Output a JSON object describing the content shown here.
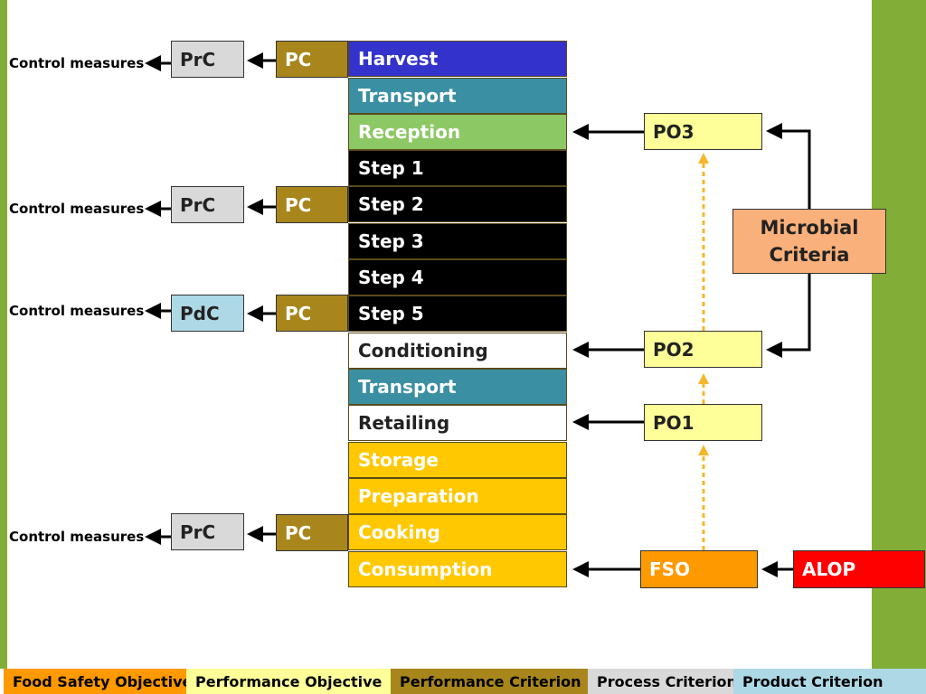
{
  "steps": [
    {
      "label": "Harvest",
      "color": "#3333cc",
      "text_color": "#ffffff"
    },
    {
      "label": "Transport",
      "color": "#3a8fa3",
      "text_color": "#ffffff"
    },
    {
      "label": "Reception",
      "color": "#8cc864",
      "text_color": "#ffffff"
    },
    {
      "label": "Step 1",
      "color": "#000000",
      "text_color": "#ffffff"
    },
    {
      "label": "Step 2",
      "color": "#000000",
      "text_color": "#ffffff"
    },
    {
      "label": "Step 3",
      "color": "#000000",
      "text_color": "#ffffff"
    },
    {
      "label": "Step 4",
      "color": "#000000",
      "text_color": "#ffffff"
    },
    {
      "label": "Step 5",
      "color": "#000000",
      "text_color": "#ffffff"
    },
    {
      "label": "Conditioning",
      "color": "#ffffff",
      "text_color": "#222222"
    },
    {
      "label": "Transport",
      "color": "#3a8fa3",
      "text_color": "#ffffff"
    },
    {
      "label": "Retailing",
      "color": "#ffffff",
      "text_color": "#222222"
    },
    {
      "label": "Storage",
      "color": "#ffc800",
      "text_color": "#ffffff"
    },
    {
      "label": "Preparation",
      "color": "#ffc800",
      "text_color": "#ffffff"
    },
    {
      "label": "Cooking",
      "color": "#ffc800",
      "text_color": "#ffffff"
    },
    {
      "label": "Consumption",
      "color": "#ffc800",
      "text_color": "#ffffff"
    }
  ],
  "left_groups": [
    {
      "control_label": "Control measures",
      "criterion": "PrC",
      "pc": "PC",
      "step": "Harvest"
    },
    {
      "control_label": "Control measures",
      "criterion": "PrC",
      "pc": "PC",
      "step": "Step 2"
    },
    {
      "control_label": "Control measures",
      "criterion": "PdC",
      "pc": "PC",
      "step": "Step 5"
    },
    {
      "control_label": "Control measures",
      "criterion": "PrC",
      "pc": "PC",
      "step": "Cooking"
    }
  ],
  "right": {
    "po3": "PO3",
    "po2": "PO2",
    "po1": "PO1",
    "fso": "FSO",
    "alop": "ALOP",
    "microbial_line1": "Microbial",
    "microbial_line2": "Criteria"
  },
  "colors": {
    "fso": "#ff9900",
    "alop": "#ff0000",
    "po": "#ffff99",
    "microbial": "#fab07a",
    "pc": "#a8861c",
    "prc": "#d9d9d9",
    "pdc": "#add8e6",
    "side_bar": "#82ad37",
    "dotted_arrow": "#f5b72a"
  },
  "legend": [
    {
      "label": "Food Safety Objective",
      "color": "#ff9900"
    },
    {
      "label": "Performance Objective",
      "color": "#ffff99"
    },
    {
      "label": "Performance Criterion",
      "color": "#a8861c"
    },
    {
      "label": "Process Criterion",
      "color": "#d9d9d9"
    },
    {
      "label": "Product Criterion",
      "color": "#add8e6"
    }
  ]
}
